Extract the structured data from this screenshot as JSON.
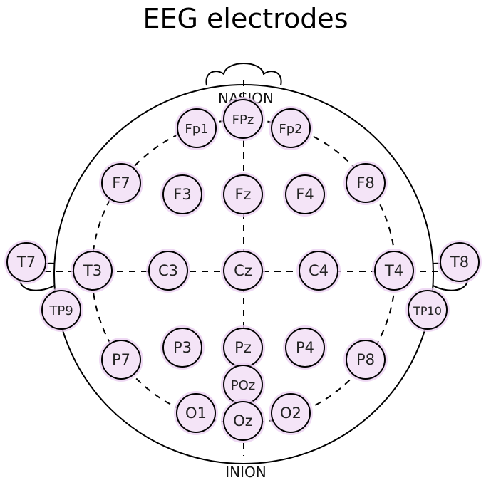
{
  "title": "EEG electrodes",
  "landmarks": {
    "nasion": "NASION",
    "inion": "INION"
  },
  "colors": {
    "electrode_fill": "#f4e4f7",
    "electrode_glow": "#e9cdf0",
    "outline": "#000000"
  },
  "electrodes": [
    {
      "id": "fp1",
      "label": "Fp1"
    },
    {
      "id": "fpz",
      "label": "FPz"
    },
    {
      "id": "fp2",
      "label": "Fp2"
    },
    {
      "id": "f7",
      "label": "F7"
    },
    {
      "id": "f3",
      "label": "F3"
    },
    {
      "id": "fz",
      "label": "Fz"
    },
    {
      "id": "f4",
      "label": "F4"
    },
    {
      "id": "f8",
      "label": "F8"
    },
    {
      "id": "t7",
      "label": "T7"
    },
    {
      "id": "t3",
      "label": "T3"
    },
    {
      "id": "c3",
      "label": "C3"
    },
    {
      "id": "cz",
      "label": "Cz"
    },
    {
      "id": "c4",
      "label": "C4"
    },
    {
      "id": "t4",
      "label": "T4"
    },
    {
      "id": "t8",
      "label": "T8"
    },
    {
      "id": "tp9",
      "label": "TP9"
    },
    {
      "id": "tp10",
      "label": "TP10"
    },
    {
      "id": "p7",
      "label": "P7"
    },
    {
      "id": "p3",
      "label": "P3"
    },
    {
      "id": "pz",
      "label": "Pz"
    },
    {
      "id": "p4",
      "label": "P4"
    },
    {
      "id": "p8",
      "label": "P8"
    },
    {
      "id": "poz",
      "label": "POz"
    },
    {
      "id": "o1",
      "label": "O1"
    },
    {
      "id": "oz",
      "label": "Oz"
    },
    {
      "id": "o2",
      "label": "O2"
    }
  ]
}
